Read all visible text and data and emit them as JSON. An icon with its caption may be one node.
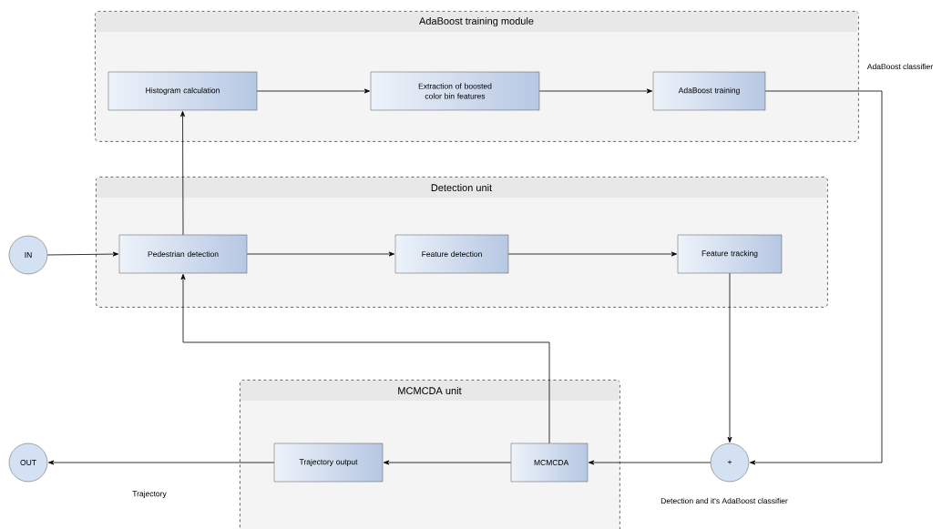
{
  "diagram": {
    "nodes": [
      {
        "text": [
          "AdaBoost training module"
        ]
      },
      {
        "text": [
          "Histogram calculation"
        ],
        "in": 0
      },
      {
        "text": [
          "Extraction of boosted color bin features"
        ],
        "in": 0
      },
      {
        "text": [
          "AdaBoost training"
        ],
        "in": 0
      },
      {
        "text": [
          "Detection unit"
        ]
      },
      {
        "text": [
          "Pedestrian detection"
        ],
        "in": 4
      },
      {
        "text": [
          "Feature detection"
        ],
        "in": 4
      },
      {
        "text": [
          "Feature tracking"
        ],
        "in": 4
      },
      {
        "text": [
          "MCMCDA unit"
        ]
      },
      {
        "text": [
          "Trajectory output"
        ],
        "in": 8
      },
      {
        "text": [
          "MCMCDA"
        ],
        "in": 8
      },
      {
        "text": [
          "IN"
        ]
      },
      {
        "text": [
          "OUT"
        ]
      },
      {
        "text": [
          "+"
        ]
      }
    ],
    "edges": [
      {
        "from": 11,
        "to": 5,
        "arrow": "to"
      },
      {
        "from": 5,
        "to": 6,
        "arrow": "to"
      },
      {
        "from": 6,
        "to": 7,
        "arrow": "to"
      },
      {
        "from": 5,
        "to": 1,
        "arrow": "to"
      },
      {
        "from": 1,
        "to": 2,
        "arrow": "to"
      },
      {
        "from": 2,
        "to": 3,
        "arrow": "to"
      },
      {
        "from": 3,
        "to": 13,
        "arrow": "to",
        "label": "AdaBoost classifier"
      },
      {
        "from": 7,
        "to": 13,
        "arrow": "to"
      },
      {
        "from": 13,
        "to": 10,
        "arrow": "to",
        "label": "Detection and it's AdaBoost classifier"
      },
      {
        "from": 10,
        "to": 5,
        "arrow": "to"
      },
      {
        "from": 10,
        "to": 9,
        "arrow": "to"
      },
      {
        "from": 9,
        "to": 12,
        "arrow": "to",
        "label": "Trajectory"
      }
    ]
  }
}
